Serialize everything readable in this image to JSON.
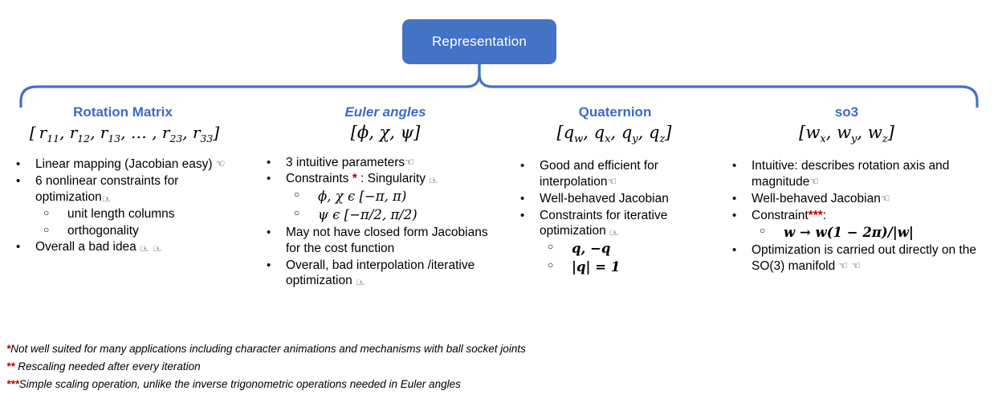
{
  "root": {
    "label": "Representation"
  },
  "brace": {
    "color": "#4472C4",
    "name": "curly-brace-connector"
  },
  "columns": [
    {
      "id": "rotation-matrix",
      "title": "Rotation Matrix",
      "formula": "[ r11, r12, r13, ... , r23, r33 ]",
      "bullets": [
        {
          "level": 1,
          "text": "Linear mapping  (Jacobian easy)",
          "glyph": "thumbs-up"
        },
        {
          "level": 1,
          "text": "6 nonlinear constraints for optimization",
          "glyph": "thumbs-down"
        },
        {
          "level": 2,
          "text": "unit length columns",
          "glyph": ""
        },
        {
          "level": 2,
          "text": "orthogonality",
          "glyph": ""
        },
        {
          "level": 1,
          "text": "Overall a bad idea",
          "glyph": "thumbs-down thumbs-down"
        }
      ]
    },
    {
      "id": "euler-angles",
      "title": "Euler angles",
      "formula": "[ϕ, χ, ψ]",
      "bullets": [
        {
          "level": 1,
          "text": "3 intuitive parameters",
          "glyph": "thumbs-up"
        },
        {
          "level": 1,
          "text": "Constraints * : Singularity",
          "glyph": "thumbs-down"
        },
        {
          "level": 2,
          "text": "ϕ, χ ϵ [−π, π)",
          "glyph": ""
        },
        {
          "level": 2,
          "text": "ψ ϵ [−π/2, π/2)",
          "glyph": ""
        },
        {
          "level": 1,
          "text": "May not have closed form Jacobians for the cost function",
          "glyph": ""
        },
        {
          "level": 1,
          "text": "Overall, bad interpolation /iterative optimization",
          "glyph": "thumbs-down"
        }
      ]
    },
    {
      "id": "quaternion",
      "title": "Quaternion",
      "formula": "[qw, qx, qy, qz]",
      "bullets": [
        {
          "level": 1,
          "text": "Good and efficient for interpolation",
          "glyph": "thumbs-up"
        },
        {
          "level": 1,
          "text": "Well-behaved Jacobian",
          "glyph": ""
        },
        {
          "level": 1,
          "text": "Constraints for iterative optimization",
          "glyph": "thumbs-down"
        },
        {
          "level": 2,
          "text": "q, −q",
          "glyph": ""
        },
        {
          "level": 2,
          "text": "|q| = 1",
          "glyph": ""
        }
      ]
    },
    {
      "id": "so3",
      "title": "so3",
      "formula": "[wx, wy, wz]",
      "bullets": [
        {
          "level": 1,
          "text": "Intuitive: describes rotation axis and magnitude",
          "glyph": "thumbs-up"
        },
        {
          "level": 1,
          "text": "Well-behaved Jacobian",
          "glyph": "thumbs-up"
        },
        {
          "level": 1,
          "text": "Constraint***:",
          "glyph": ""
        },
        {
          "level": 2,
          "text": "w → w(1 − 2π)/|w|",
          "glyph": ""
        },
        {
          "level": 1,
          "text": "Optimization is carried out directly on the SO(3) manifold",
          "glyph": "thumbs-up thumbs-up"
        }
      ]
    }
  ],
  "footnotes": [
    {
      "marks": "*",
      "text": "Not well suited for many applications including character animations and mechanisms with ball socket joints"
    },
    {
      "marks": "**",
      "text": " Rescaling needed after every iteration"
    },
    {
      "marks": "***",
      "text": "Simple scaling operation, unlike the inverse trigonometric operations needed in Euler angles"
    }
  ],
  "colors": {
    "node_fill": "#4472C4",
    "heading_blue": "#3D6AC0",
    "footnote_red": "#C00000"
  }
}
